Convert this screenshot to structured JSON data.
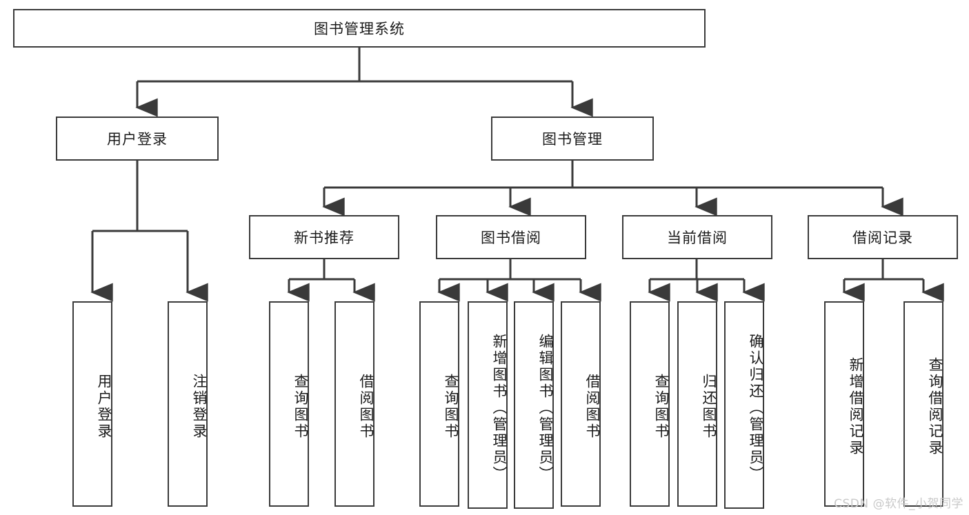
{
  "diagram": {
    "title": "图书管理系统",
    "type": "tree-hierarchy",
    "root": {
      "label": "图书管理系统"
    },
    "level2": [
      {
        "label": "用户登录"
      },
      {
        "label": "图书管理"
      }
    ],
    "level3": [
      {
        "label": "新书推荐"
      },
      {
        "label": "图书借阅"
      },
      {
        "label": "当前借阅"
      },
      {
        "label": "借阅记录"
      }
    ],
    "leaves": {
      "user_login": [
        {
          "label": "用户登录"
        },
        {
          "label": "注销登录"
        }
      ],
      "new_book_recommend": [
        {
          "label": "查询图书"
        },
        {
          "label": "借阅图书"
        }
      ],
      "book_borrow": [
        {
          "label": "查询图书"
        },
        {
          "label": "新增图书（管理员）"
        },
        {
          "label": "编辑图书（管理员）"
        },
        {
          "label": "借阅图书"
        }
      ],
      "current_borrow": [
        {
          "label": "查询图书"
        },
        {
          "label": "归还图书"
        },
        {
          "label": "确认归还（管理员）"
        }
      ],
      "borrow_record": [
        {
          "label": "新增借阅记录"
        },
        {
          "label": "查询借阅记录"
        }
      ]
    }
  },
  "watermark": {
    "text": "CSDN @软件_小贺同学"
  },
  "colors": {
    "stroke": "#3a3a3a",
    "background": "#ffffff",
    "text": "#1a1a1a",
    "watermark": "#c9c9c9"
  }
}
